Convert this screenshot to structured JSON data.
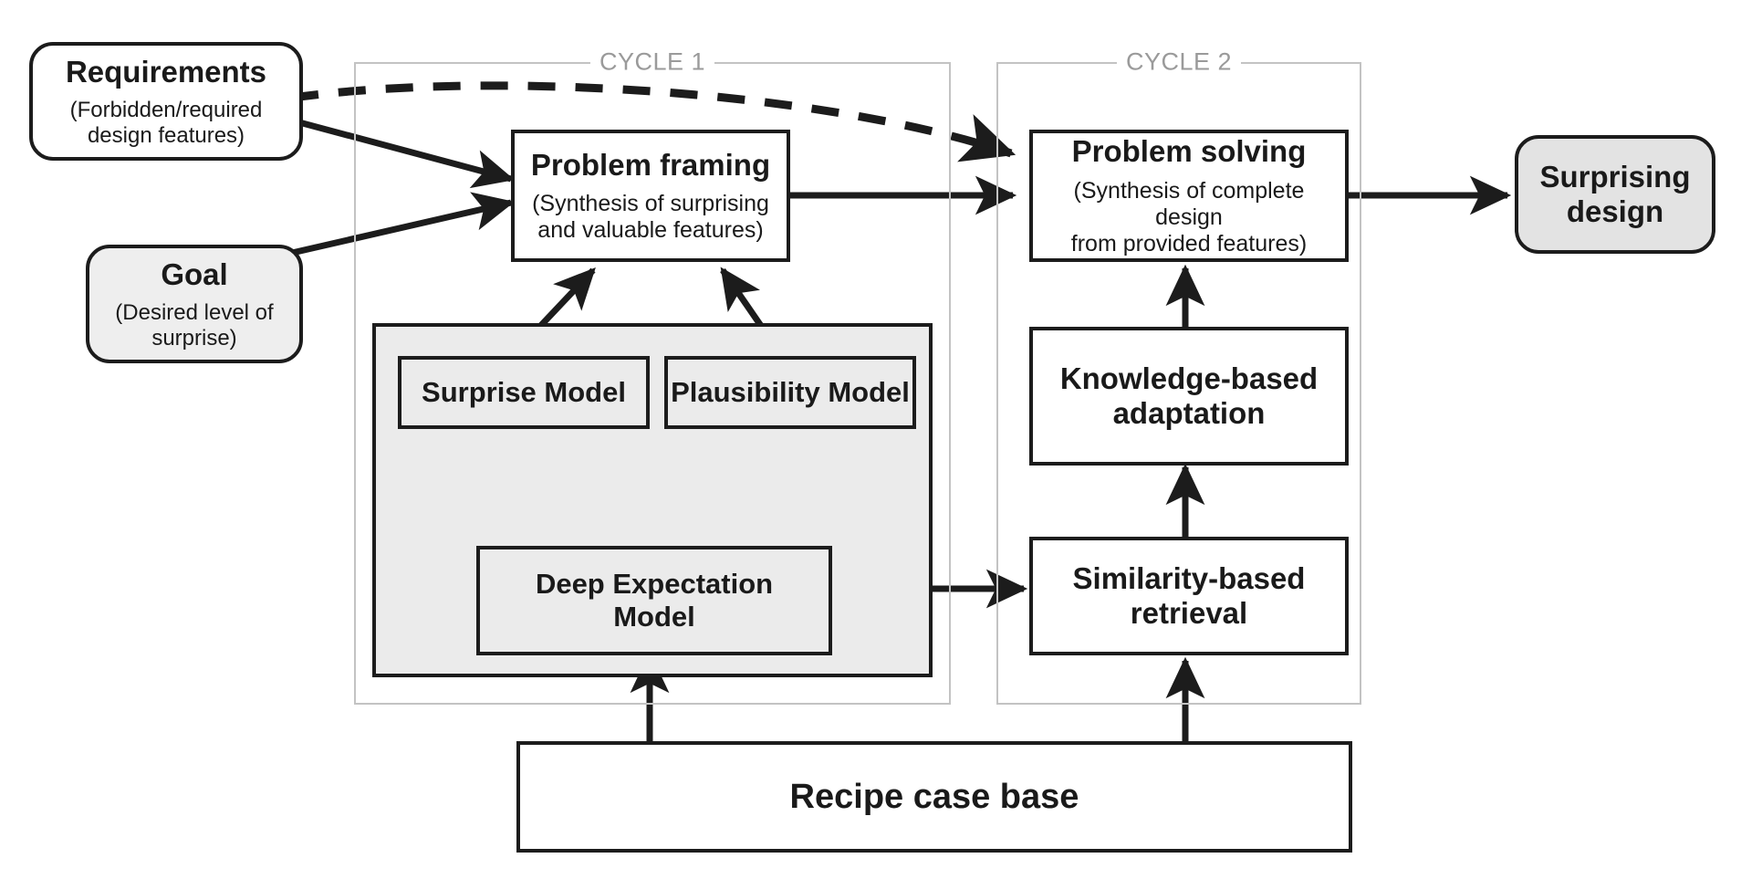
{
  "figure": {
    "kind": "process-flow-diagram",
    "background": "#ffffff",
    "ink": "#1c1c1c",
    "group_border": "#c3c3c3",
    "group_label_color": "#9a9a9a",
    "panel_fill": "#ebebeb",
    "terminator_fill": "#e3e3e3"
  },
  "groups": [
    {
      "id": "cycle1",
      "label": "CYCLE 1"
    },
    {
      "id": "cycle2",
      "label": "CYCLE 2"
    }
  ],
  "nodes": {
    "requirements": {
      "title": "Requirements",
      "sub_line1": "(Forbidden/required",
      "sub_line2": "design features)"
    },
    "goal": {
      "title": "Goal",
      "sub_line1": "(Desired level of",
      "sub_line2": "surprise)"
    },
    "problem_framing": {
      "title": "Problem framing",
      "sub_line1": "(Synthesis of surprising",
      "sub_line2": "and valuable features)"
    },
    "problem_solving": {
      "title": "Problem solving",
      "sub_line1": "(Synthesis of complete design",
      "sub_line2": "from provided features)"
    },
    "surprising_design": {
      "line1": "Surprising",
      "line2": "design"
    },
    "surprise_model": {
      "title": "Surprise Model"
    },
    "plausibility_model": {
      "title": "Plausibility Model"
    },
    "deep_expectation_model": {
      "line1": "Deep Expectation",
      "line2": "Model"
    },
    "knowledge_based_adaptation": {
      "line1": "Knowledge-based",
      "line2": "adaptation"
    },
    "similarity_based_retrieval": {
      "line1": "Similarity-based",
      "line2": "retrieval"
    },
    "recipe_case_base": {
      "title": "Recipe case base"
    }
  },
  "edges": [
    {
      "id": "requirements-to-problem-framing",
      "style": "solid",
      "from": "requirements",
      "to": "problem_framing"
    },
    {
      "id": "requirements-to-problem-solving",
      "style": "dashed",
      "from": "requirements",
      "to": "problem_solving"
    },
    {
      "id": "goal-to-problem-framing",
      "style": "solid",
      "from": "goal",
      "to": "problem_framing"
    },
    {
      "id": "problem-framing-to-problem-solving",
      "style": "solid",
      "from": "problem_framing",
      "to": "problem_solving"
    },
    {
      "id": "problem-solving-to-surprising-design",
      "style": "solid",
      "from": "problem_solving",
      "to": "surprising_design"
    },
    {
      "id": "surprise-model-to-problem-framing",
      "style": "solid",
      "from": "surprise_model",
      "to": "problem_framing"
    },
    {
      "id": "plausibility-model-to-problem-framing",
      "style": "solid",
      "from": "plausibility_model",
      "to": "problem_framing"
    },
    {
      "id": "deep-expectation-to-surprise-model",
      "style": "solid",
      "from": "deep_expectation_model",
      "to": "surprise_model"
    },
    {
      "id": "deep-expectation-to-plausibility-model",
      "style": "solid",
      "from": "deep_expectation_model",
      "to": "plausibility_model"
    },
    {
      "id": "deep-expectation-to-similarity-retrieval",
      "style": "solid",
      "from": "deep_expectation_model",
      "to": "similarity_based_retrieval"
    },
    {
      "id": "similarity-retrieval-to-knowledge-adaptation",
      "style": "solid",
      "from": "similarity_based_retrieval",
      "to": "knowledge_based_adaptation"
    },
    {
      "id": "knowledge-adaptation-to-problem-solving",
      "style": "solid",
      "from": "knowledge_based_adaptation",
      "to": "problem_solving"
    },
    {
      "id": "recipe-case-base-to-deep-expectation",
      "style": "solid",
      "from": "recipe_case_base",
      "to": "deep_expectation_model"
    },
    {
      "id": "recipe-case-base-to-similarity-retrieval",
      "style": "solid",
      "from": "recipe_case_base",
      "to": "similarity_based_retrieval"
    }
  ]
}
